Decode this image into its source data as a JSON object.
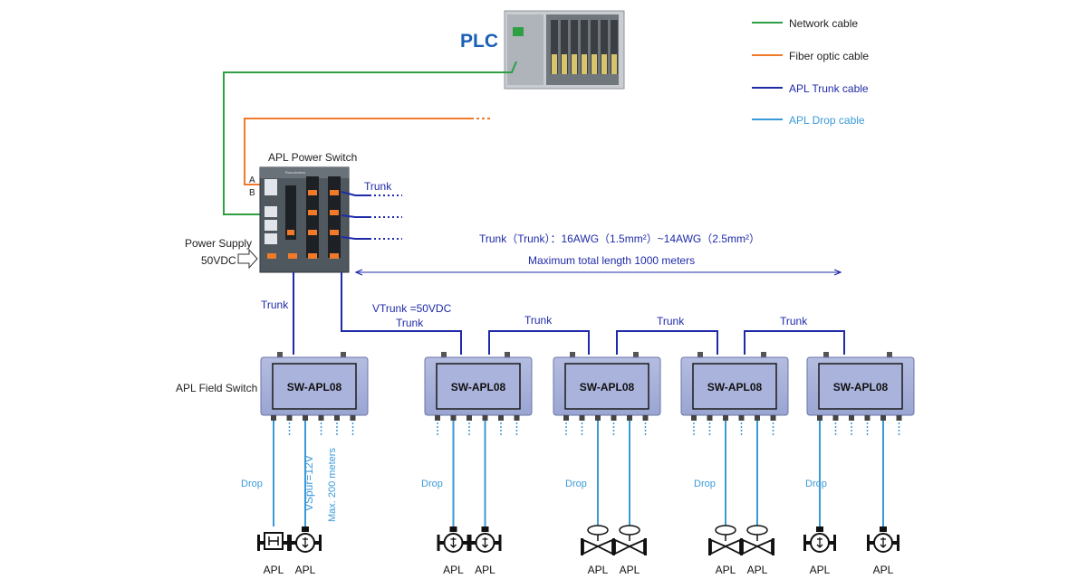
{
  "plc": {
    "label": "PLC"
  },
  "legend": {
    "items": [
      {
        "label": "Network cable",
        "color": "#2ea043"
      },
      {
        "label": "Fiber optic cable",
        "color": "#f07a2a"
      },
      {
        "label": "APL Trunk cable",
        "color": "#1f2aa8"
      },
      {
        "label": "APL Drop cable",
        "color": "#3a9ad9"
      }
    ]
  },
  "power_switch": {
    "title": "APL Power Switch",
    "brand": "Roundcheck",
    "port_a": "A",
    "port_b": "B",
    "power_supply": "Power Supply",
    "voltage": "50VDC",
    "trunk_out_labels": [
      "Trunk"
    ]
  },
  "trunk_spec": {
    "line1": "Trunk（Trunk）：16AWG（1.5mm²）~14AWG（2.5mm²）",
    "line2": "Maximum total length 1000 meters"
  },
  "links": {
    "trunk_left": "Trunk",
    "vtrunk": "VTrunk =50VDC",
    "trunk_main": "Trunk",
    "trunk_between": [
      "Trunk",
      "Trunk",
      "Trunk"
    ]
  },
  "field_switch": {
    "label": "APL Field Switch",
    "model": "SW-APL08",
    "count": 5
  },
  "drops": {
    "drop_label": "Drop",
    "vspur": "VSpur=12V",
    "max_length": "Max. 200 meters",
    "device_label": "APL"
  },
  "devices": [
    {
      "switch": 0,
      "type": "flow-transmitter-icon",
      "label": "APL"
    },
    {
      "switch": 0,
      "type": "flow-meter-icon",
      "label": "APL"
    },
    {
      "switch": 1,
      "type": "flow-meter-icon",
      "label": "APL"
    },
    {
      "switch": 1,
      "type": "flow-meter-icon",
      "label": "APL"
    },
    {
      "switch": 2,
      "type": "control-valve-icon",
      "label": "APL"
    },
    {
      "switch": 2,
      "type": "control-valve-icon",
      "label": "APL"
    },
    {
      "switch": 3,
      "type": "control-valve-icon",
      "label": "APL"
    },
    {
      "switch": 3,
      "type": "control-valve-icon",
      "label": "APL"
    },
    {
      "switch": 4,
      "type": "flow-meter-icon",
      "label": "APL"
    },
    {
      "switch": 4,
      "type": "flow-meter-icon",
      "label": "APL"
    }
  ]
}
